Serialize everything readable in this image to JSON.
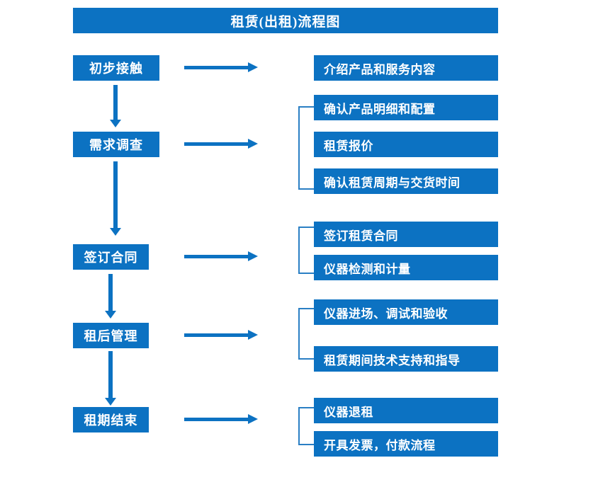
{
  "diagram": {
    "title": "租赁(出租)流程图",
    "type": "flowchart",
    "accent_color": "#0c72c2",
    "bracket_color": "#2a7fc4",
    "text_color": "#ffffff",
    "background_color": "#ffffff",
    "stages": [
      {
        "id": "stage-1",
        "label": "初步接触",
        "details": [
          "介绍产品和服务内容"
        ],
        "has_bracket": false
      },
      {
        "id": "stage-2",
        "label": "需求调查",
        "details": [
          "确认产品明细和配置",
          "租赁报价",
          "确认租赁周期与交货时间"
        ],
        "has_bracket": true
      },
      {
        "id": "stage-3",
        "label": "签订合同",
        "details": [
          "签订租赁合同",
          "仪器检测和计量"
        ],
        "has_bracket": true
      },
      {
        "id": "stage-4",
        "label": "租后管理",
        "details": [
          "仪器进场、调试和验收",
          "租赁期间技术支持和指导"
        ],
        "has_bracket": true
      },
      {
        "id": "stage-5",
        "label": "租期结束",
        "details": [
          "仪器退租",
          "开具发票，付款流程"
        ],
        "has_bracket": true
      }
    ]
  }
}
